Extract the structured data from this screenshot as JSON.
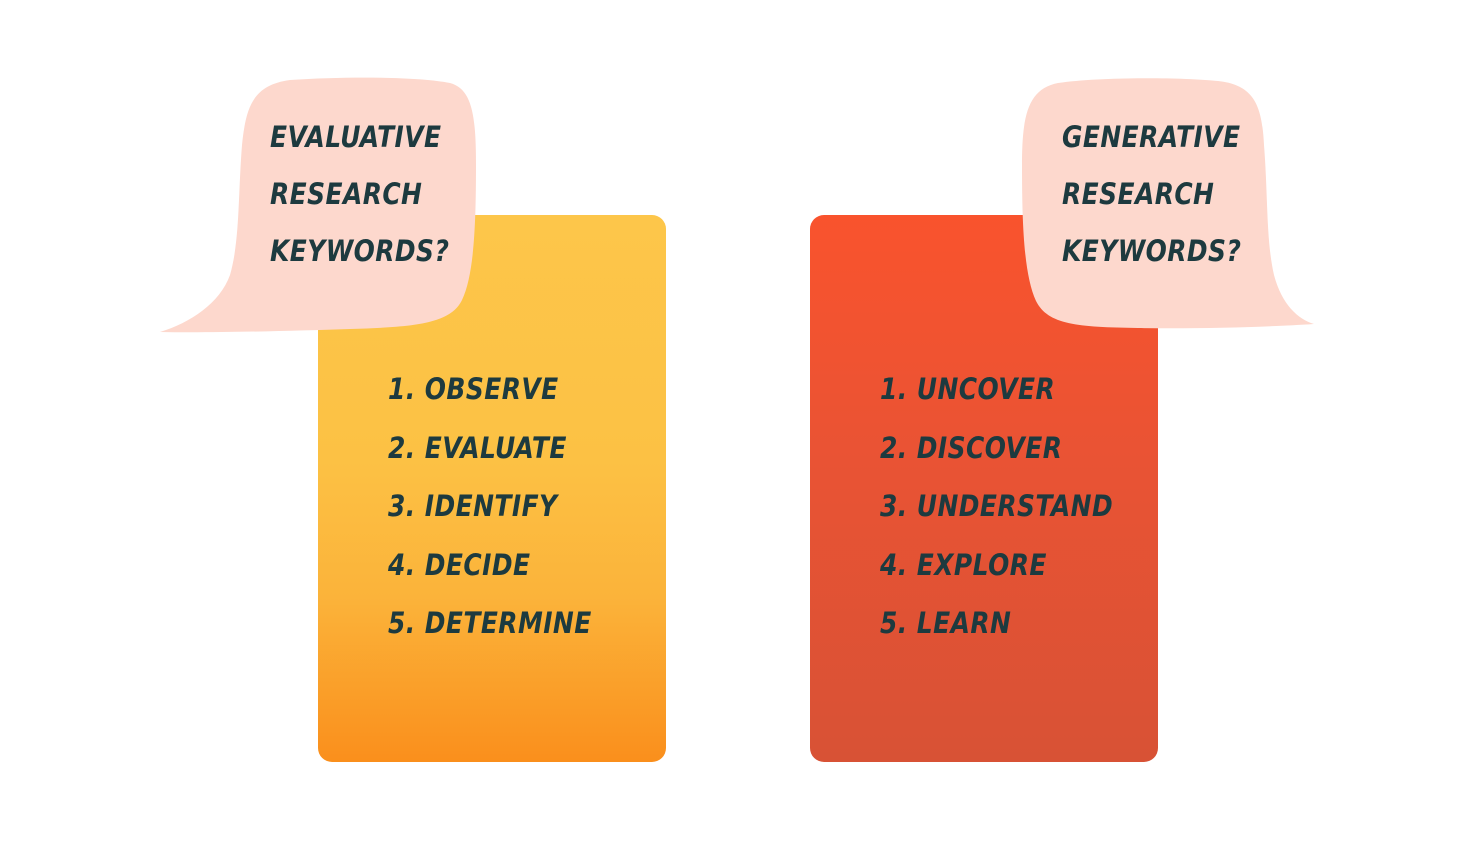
{
  "colors": {
    "bubble": "#fdd8cd",
    "text": "#1d3a3f",
    "evaluative_card_top": "#fdc64a",
    "evaluative_card_bottom": "#fa8f1c",
    "generative_card_top": "#f9532d",
    "generative_card_bottom": "#d85235",
    "background": "#ffffff"
  },
  "evaluative": {
    "bubble_lines": [
      "EVALUATIVE",
      "RESEARCH",
      "KEYWORDS?"
    ],
    "items": [
      "1. OBSERVE",
      "2. EVALUATE",
      "3. IDENTIFY",
      "4. DECIDE",
      "5. DETERMINE"
    ]
  },
  "generative": {
    "bubble_lines": [
      "GENERATIVE",
      "RESEARCH",
      "KEYWORDS?"
    ],
    "items": [
      "1. UNCOVER",
      "2. DISCOVER",
      "3. UNDERSTAND",
      "4. EXPLORE",
      "5. LEARN"
    ]
  }
}
